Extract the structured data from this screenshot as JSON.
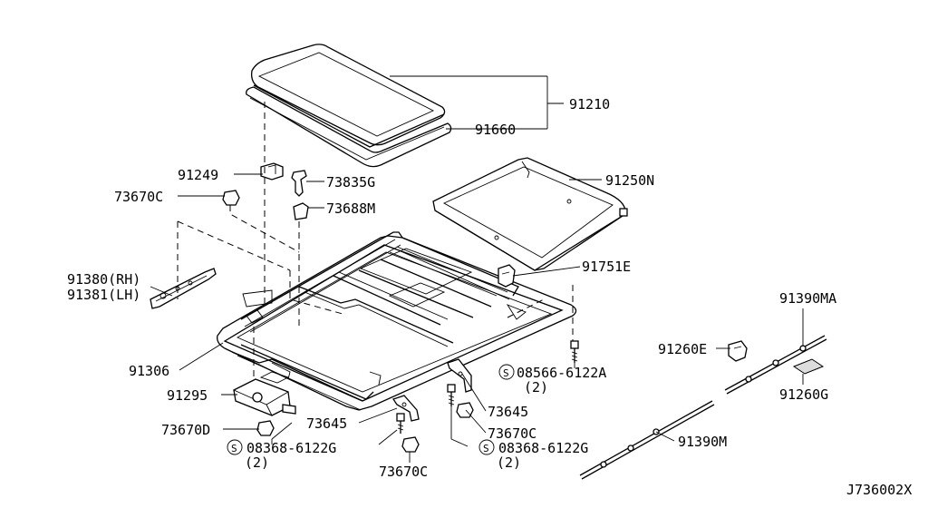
{
  "diagram_code": "J736002X",
  "parts": {
    "p91210": "91210",
    "p91660": "91660",
    "p91249": "91249",
    "p73835G": "73835G",
    "p73670C_a": "73670C",
    "p73688M": "73688M",
    "p91250N": "91250N",
    "p91380": "91380(RH)",
    "p91381": "91381(LH)",
    "p91751E": "91751E",
    "p91390MA": "91390MA",
    "p91260E": "91260E",
    "p08566": "08566-6122A",
    "p08566_qty": "(2)",
    "p91306": "91306",
    "p91260G": "91260G",
    "p91295": "91295",
    "p73645_a": "73645",
    "p73645_b": "73645",
    "p73670D": "73670D",
    "p73670C_b": "73670C",
    "p08368_a": "08368-6122G",
    "p08368_a_qty": "(2)",
    "p08368_b": "08368-6122G",
    "p08368_b_qty": "(2)",
    "p91390M": "91390M",
    "p73670C_c": "73670C",
    "s_symbol": "S"
  }
}
